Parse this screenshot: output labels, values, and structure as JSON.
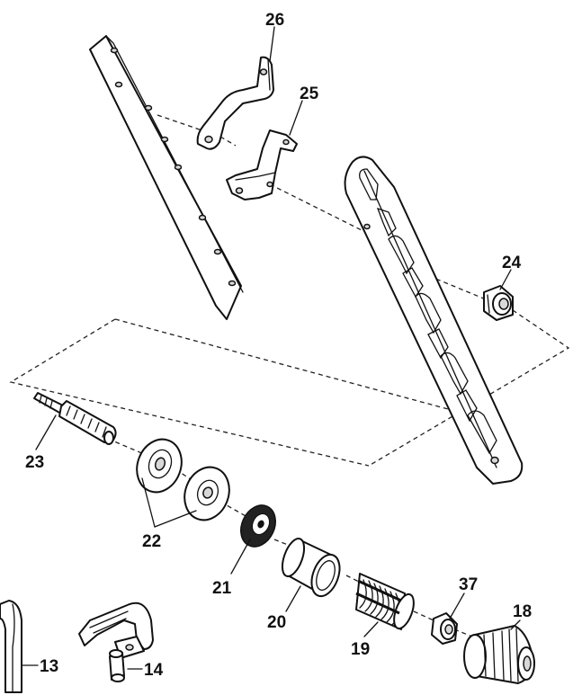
{
  "labels": {
    "p26": "26",
    "p25": "25",
    "p24": "24",
    "p23": "23",
    "p22": "22",
    "p21": "21",
    "p20": "20",
    "p19": "19",
    "p37": "37",
    "p18": "18",
    "p13": "13",
    "p14": "14"
  }
}
